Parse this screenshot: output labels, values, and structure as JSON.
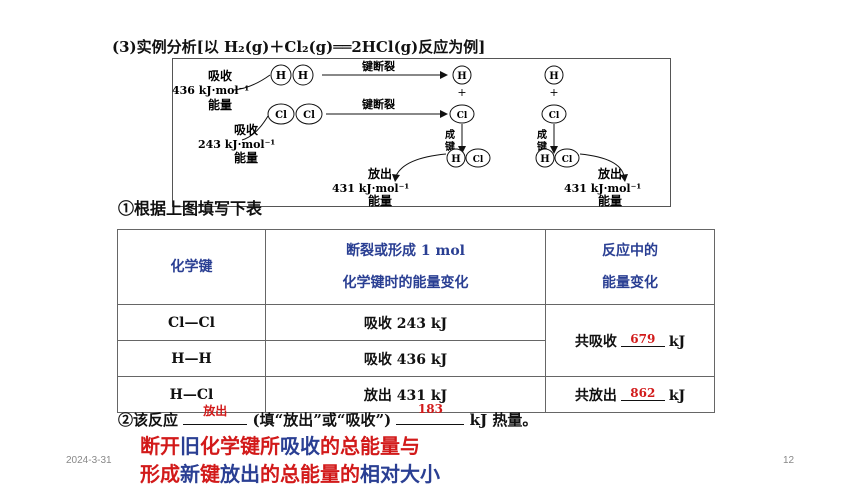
{
  "heading": "(3)实例分析[以 H₂(g)＋Cl₂(g)══2HCl(g)反应为例]",
  "diagram": {
    "h_atom": "H",
    "cl_atom": "Cl",
    "plus": "+",
    "bond_break": "键断裂",
    "bond_form_1": "成",
    "bond_form_2": "键",
    "absorb": "吸收",
    "release": "放出",
    "energy_word": "能量",
    "h2_energy": "436 kJ·mol⁻¹",
    "cl2_energy": "243 kJ·mol⁻¹",
    "hcl_energy": "431 kJ·mol⁻¹"
  },
  "q1": "①根据上图填写下表",
  "table": {
    "headers": {
      "col1": "化学键",
      "col2_line1": "断裂或形成 1 mol",
      "col2_line2": "化学键时的能量变化",
      "col3_line1": "反应中的",
      "col3_line2": "能量变化"
    },
    "rows": [
      {
        "bond": "Cl—Cl",
        "change": "吸收 243 kJ"
      },
      {
        "bond": "H—H",
        "change": "吸收 436 kJ"
      },
      {
        "bond": "H—Cl",
        "change": "放出 431 kJ"
      }
    ],
    "total_absorb_prefix": "共吸收",
    "total_absorb_value": "679",
    "total_release_prefix": "共放出",
    "total_release_value": "862",
    "unit": "kJ"
  },
  "q2": {
    "prefix": "②该反应",
    "answer1": "放出",
    "middle": "(填“放出”或“吸收”)",
    "answer2": "183",
    "suffix": "kJ 热量。"
  },
  "summary": {
    "line1_a": "断开",
    "line1_b": "旧",
    "line1_c": "化学键所",
    "line1_d": "吸收",
    "line1_e": "的总能量与",
    "line2_a": "形成",
    "line2_b": "新",
    "line2_c": "键",
    "line2_d": "放出",
    "line2_e": "的总能量的",
    "line2_f": "相对大小"
  },
  "footer": {
    "date": "2024-3-31",
    "page": "12"
  }
}
